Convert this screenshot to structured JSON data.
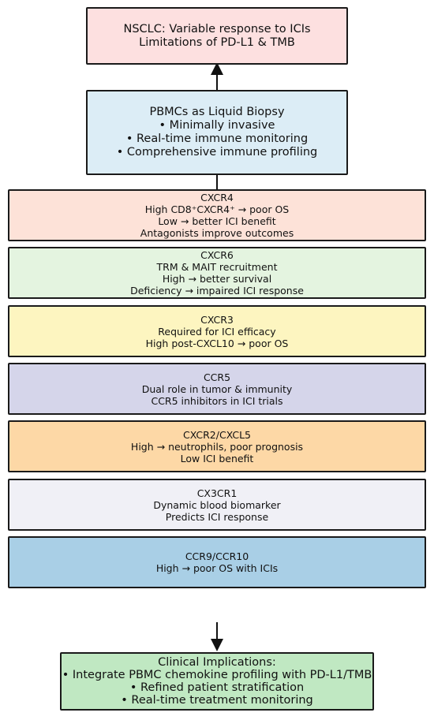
{
  "top_box": {
    "lines": [
      "NSCLC: Variable response to ICIs",
      "Limitations of PD-L1 & TMB"
    ],
    "color": "#fde0e0"
  },
  "pbmc_box": {
    "lines": [
      "PBMCs as Liquid Biopsy",
      "• Minimally invasive",
      "• Real-time immune monitoring",
      "• Comprehensive immune profiling"
    ],
    "color": "#dcedf6"
  },
  "receptors": [
    {
      "name": "CXCR4",
      "lines": [
        "High CD8⁺CXCR4⁺ → poor OS",
        "Low → better ICI benefit",
        "Antagonists improve outcomes"
      ],
      "color": "#fde2d8"
    },
    {
      "name": "CXCR6",
      "lines": [
        "TRM & MAIT recruitment",
        "High → better survival",
        "Deficiency → impaired ICI response"
      ],
      "color": "#e4f4e0"
    },
    {
      "name": "CXCR3",
      "lines": [
        "Required for ICI efficacy",
        "High post-CXCL10 → poor OS"
      ],
      "color": "#fdf5c0"
    },
    {
      "name": "CCR5",
      "lines": [
        "Dual role in tumor & immunity",
        "CCR5 inhibitors in ICI trials"
      ],
      "color": "#d5d5ea"
    },
    {
      "name": "CXCR2/CXCL5",
      "lines": [
        "High → neutrophils, poor prognosis",
        "Low ICI benefit"
      ],
      "color": "#fdd8a6"
    },
    {
      "name": "CX3CR1",
      "lines": [
        "Dynamic blood biomarker",
        "Predicts ICI response"
      ],
      "color": "#f0f0f6"
    },
    {
      "name": "CCR9/CCR10",
      "lines": [
        "High → poor OS with ICIs"
      ],
      "color": "#a9cfe6"
    }
  ],
  "bottom_box": {
    "lines": [
      "Clinical Implications:",
      "• Integrate PBMC chemokine profiling with PD-L1/TMB",
      "• Refined patient stratification",
      "• Real-time treatment monitoring"
    ],
    "color": "#c0e8c2"
  }
}
